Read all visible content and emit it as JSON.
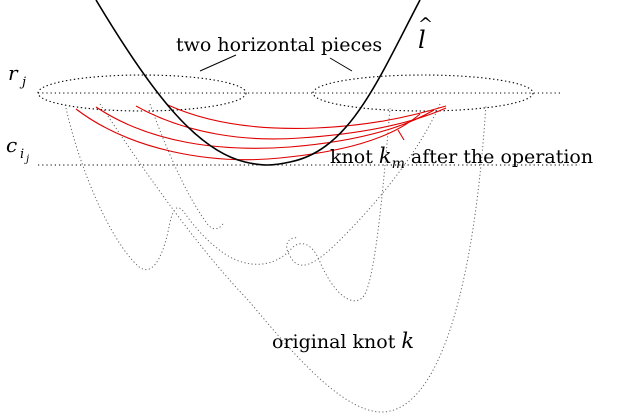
{
  "labels": {
    "two_horizontal_pieces": "two horizontal pieces",
    "l_hat": "l",
    "r_j": "r",
    "r_j_sub": "j",
    "c_ij": "c",
    "c_ij_sub1": "i",
    "c_ij_sub2": "j",
    "knot_km_prefix": "knot ",
    "knot_km_var": "k",
    "knot_km_sub": "m",
    "knot_km_suffix": " after the operation",
    "original_knot_prefix": "original knot ",
    "original_knot_var": "k"
  },
  "colors": {
    "red_strands": "#e00000",
    "black_curve": "#000000",
    "dotted_knot": "#666666"
  }
}
